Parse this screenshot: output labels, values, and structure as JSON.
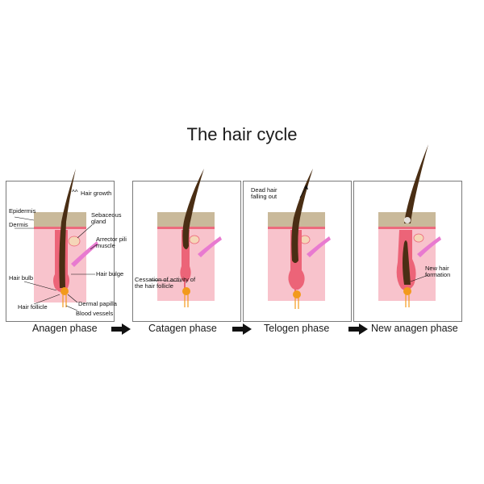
{
  "title": "The hair cycle",
  "phases": [
    {
      "name": "Anagen phase",
      "labels": {
        "hair_growth": "Hair growth",
        "epidermis": "Epidermis",
        "dermis": "Dermis",
        "sebaceous_gland": "Sebaceous gland",
        "arrector_pili_muscle": "Arrector pili muscle",
        "hair_bulge": "Hair bulge",
        "hair_bulb": "Hair bulb",
        "hair_follicle": "Hair follicle",
        "dermal_papilla": "Dermal papilla",
        "blood_vessels": "Blood vessels"
      }
    },
    {
      "name": "Catagen phase",
      "labels": {
        "cessation": "Cessation of activity of the hair follicle"
      }
    },
    {
      "name": "Telogen phase",
      "labels": {
        "dead_hair": "Dead hair falling out"
      }
    },
    {
      "name": "New anagen phase",
      "labels": {
        "new_hair": "New hair formation"
      }
    }
  ],
  "colors": {
    "epidermis": "#c9b99a",
    "dermis_line": "#ec6a7d",
    "skin": "#f8c3cc",
    "follicle": "#ec6478",
    "hair": "#4a2e14",
    "papilla": "#f29a1c",
    "gland": "#f5d6b8",
    "muscle": "#e87ad0",
    "panel_border": "#7a7a7a",
    "arrow": "#111111"
  }
}
